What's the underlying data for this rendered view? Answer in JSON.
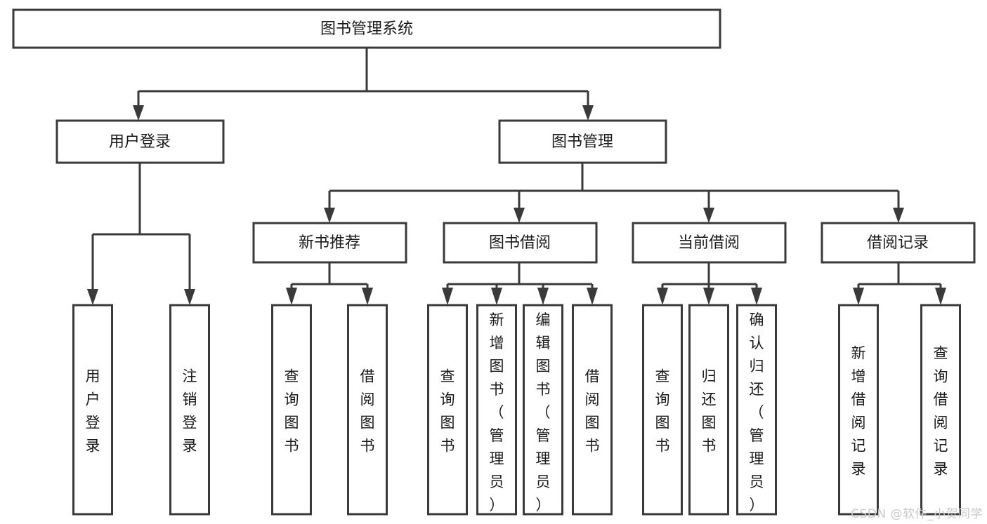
{
  "diagram": {
    "type": "tree",
    "title_node": "图书管理系统",
    "watermark": "CSDN @软件_小贺同学",
    "colors": {
      "stroke": "#3a3a3a",
      "box_fill": "#ffffff",
      "text": "#1a1a1a",
      "background": "#ffffff",
      "watermark": "#c9c9c9"
    },
    "nodes": {
      "root": {
        "label": "图书管理系统"
      },
      "level2": [
        {
          "label": "用户登录"
        },
        {
          "label": "图书管理"
        }
      ],
      "level3": [
        {
          "label": "新书推荐"
        },
        {
          "label": "图书借阅"
        },
        {
          "label": "当前借阅"
        },
        {
          "label": "借阅记录"
        }
      ],
      "leaves": {
        "user_login": [
          {
            "lines": [
              "用",
              "户",
              "登",
              "录"
            ]
          },
          {
            "lines": [
              "注",
              "销",
              "登",
              "录"
            ]
          }
        ],
        "new_book": [
          {
            "lines": [
              "查",
              "询",
              "图",
              "书"
            ]
          },
          {
            "lines": [
              "借",
              "阅",
              "图",
              "书"
            ]
          }
        ],
        "borrow": [
          {
            "lines": [
              "查",
              "询",
              "图",
              "书"
            ]
          },
          {
            "lines": [
              "新",
              "增",
              "图",
              "书",
              "（",
              "管",
              "理",
              "员",
              "）"
            ]
          },
          {
            "lines": [
              "编",
              "辑",
              "图",
              "书",
              "（",
              "管",
              "理",
              "员",
              "）"
            ]
          },
          {
            "lines": [
              "借",
              "阅",
              "图",
              "书"
            ]
          }
        ],
        "current": [
          {
            "lines": [
              "查",
              "询",
              "图",
              "书"
            ]
          },
          {
            "lines": [
              "归",
              "还",
              "图",
              "书"
            ]
          },
          {
            "lines": [
              "确",
              "认",
              "归",
              "还",
              "（",
              "管",
              "理",
              "员",
              "）"
            ]
          }
        ],
        "records": [
          {
            "lines": [
              "新",
              "增",
              "借",
              "阅",
              "记",
              "录"
            ]
          },
          {
            "lines": [
              "查",
              "询",
              "借",
              "阅",
              "记",
              "录"
            ]
          }
        ]
      }
    }
  }
}
